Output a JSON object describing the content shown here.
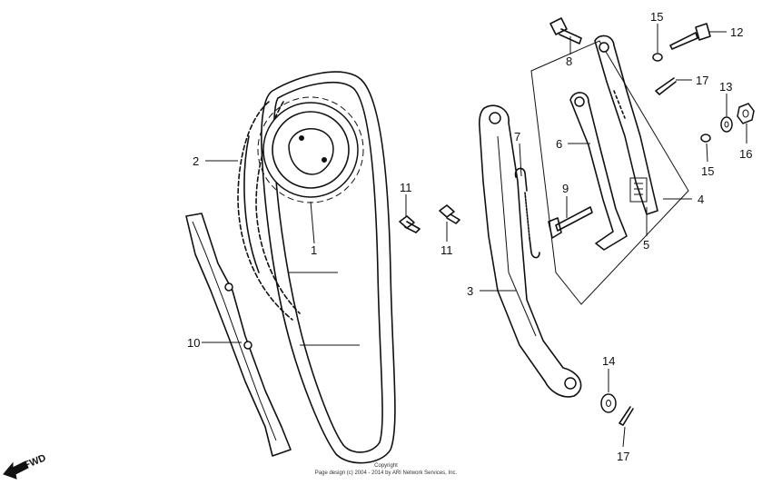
{
  "diagram": {
    "callouts": [
      {
        "id": "c1",
        "label": "1"
      },
      {
        "id": "c2",
        "label": "2"
      },
      {
        "id": "c3",
        "label": "3"
      },
      {
        "id": "c4",
        "label": "4"
      },
      {
        "id": "c5",
        "label": "5"
      },
      {
        "id": "c6",
        "label": "6"
      },
      {
        "id": "c7",
        "label": "7"
      },
      {
        "id": "c8",
        "label": "8"
      },
      {
        "id": "c9",
        "label": "9"
      },
      {
        "id": "c10",
        "label": "10"
      },
      {
        "id": "c11a",
        "label": "11"
      },
      {
        "id": "c11b",
        "label": "11"
      },
      {
        "id": "c12",
        "label": "12"
      },
      {
        "id": "c13",
        "label": "13"
      },
      {
        "id": "c14",
        "label": "14"
      },
      {
        "id": "c15a",
        "label": "15"
      },
      {
        "id": "c15b",
        "label": "15"
      },
      {
        "id": "c16",
        "label": "16"
      },
      {
        "id": "c17a",
        "label": "17"
      },
      {
        "id": "c17b",
        "label": "17"
      }
    ],
    "fwd_label": "FWD",
    "copyright_line1": "Copyright",
    "copyright_line2": "Page design (c) 2004 - 2014 by ARI Network Services, Inc."
  }
}
